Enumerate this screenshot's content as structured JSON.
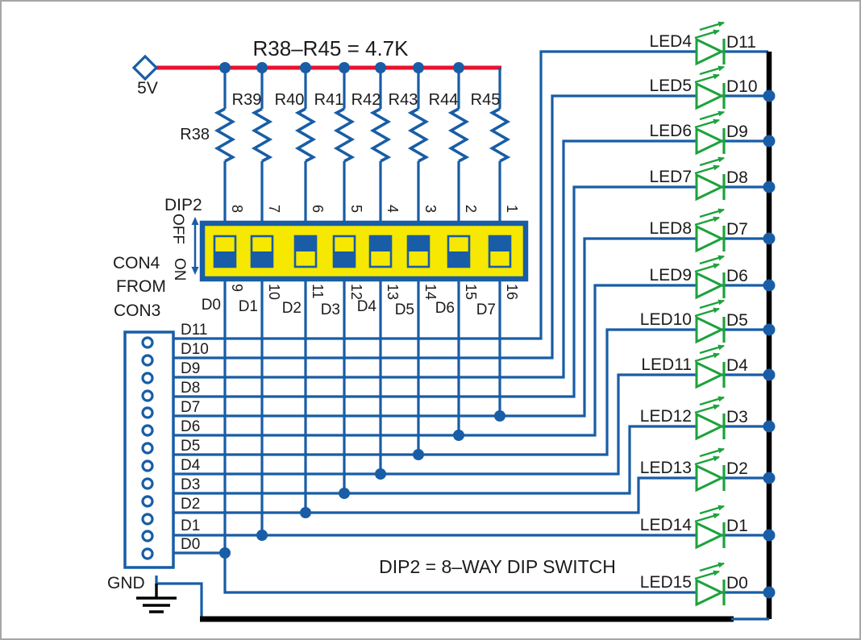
{
  "title": "R38–R45 = 4.7K",
  "note": "DIP2 = 8–WAY DIP SWITCH",
  "power": {
    "label": "5V"
  },
  "ground": {
    "label": "GND"
  },
  "colors": {
    "wire_blue": "#185da6",
    "rail_red": "#e8112e",
    "led_green": "#1ca23c",
    "dip_yellow": "#f6e800",
    "bus_black": "#000000"
  },
  "resistors": {
    "value_note": "4.7K",
    "labels": [
      "R38",
      "R39",
      "R40",
      "R41",
      "R42",
      "R43",
      "R44",
      "R45"
    ]
  },
  "dip_switch": {
    "label": "DIP2",
    "off_label": "OFF",
    "on_label": "ON",
    "top_pins": [
      "8",
      "7",
      "6",
      "5",
      "4",
      "3",
      "2",
      "1"
    ],
    "bottom_pins": [
      "9",
      "10",
      "11",
      "12",
      "13",
      "14",
      "15",
      "16"
    ],
    "channels": [
      "D0",
      "D1",
      "D2",
      "D3",
      "D4",
      "D5",
      "D6",
      "D7"
    ],
    "states": [
      "on",
      "on",
      "off",
      "on",
      "off",
      "off",
      "on",
      "off"
    ]
  },
  "connector": {
    "line1": "CON4",
    "line2": "FROM",
    "line3": "CON3",
    "pins": [
      "D11",
      "D10",
      "D9",
      "D8",
      "D7",
      "D6",
      "D5",
      "D4",
      "D3",
      "D2",
      "D1",
      "D0"
    ]
  },
  "leds": [
    {
      "name": "LED4",
      "signal": "D11"
    },
    {
      "name": "LED5",
      "signal": "D10"
    },
    {
      "name": "LED6",
      "signal": "D9"
    },
    {
      "name": "LED7",
      "signal": "D8"
    },
    {
      "name": "LED8",
      "signal": "D7"
    },
    {
      "name": "LED9",
      "signal": "D6"
    },
    {
      "name": "LED10",
      "signal": "D5"
    },
    {
      "name": "LED11",
      "signal": "D4"
    },
    {
      "name": "LED12",
      "signal": "D3"
    },
    {
      "name": "LED13",
      "signal": "D2"
    },
    {
      "name": "LED14",
      "signal": "D1"
    },
    {
      "name": "LED15",
      "signal": "D0"
    }
  ]
}
